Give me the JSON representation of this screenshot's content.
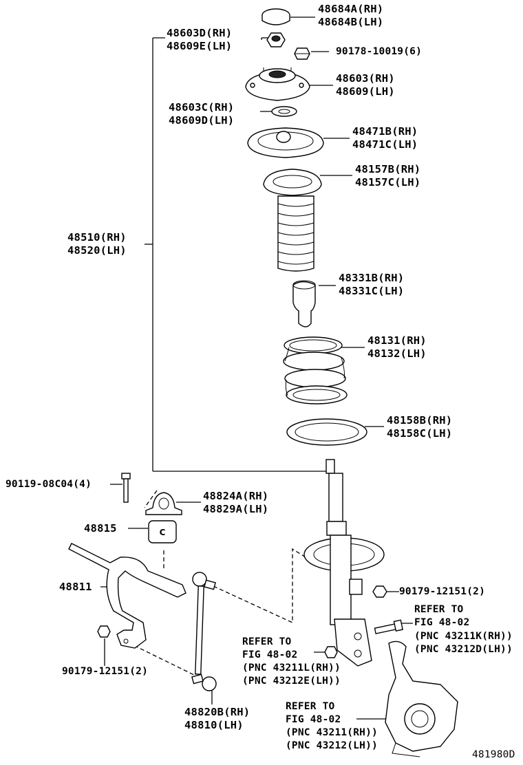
{
  "callouts": {
    "c1": [
      "48684A(RH)",
      "48684B(LH)"
    ],
    "c2": [
      "48603D(RH)",
      "48609E(LH)"
    ],
    "c3": [
      "90178-10019(6)"
    ],
    "c4": [
      "48603(RH)",
      "48609(LH)"
    ],
    "c5": [
      "48603C(RH)",
      "48609D(LH)"
    ],
    "c6": [
      "48471B(RH)",
      "48471C(LH)"
    ],
    "c7": [
      "48157B(RH)",
      "48157C(LH)"
    ],
    "c8": [
      "48510(RH)",
      "48520(LH)"
    ],
    "c9": [
      "48331B(RH)",
      "48331C(LH)"
    ],
    "c10": [
      "48131(RH)",
      "48132(LH)"
    ],
    "c11": [
      "48158B(RH)",
      "48158C(LH)"
    ],
    "c12": [
      "90119-08C04(4)"
    ],
    "c13": [
      "48824A(RH)",
      "48829A(LH)"
    ],
    "c14": [
      "48815"
    ],
    "c15": [
      "48811"
    ],
    "c16": [
      "90179-12151(2)"
    ],
    "c17": [
      "REFER TO",
      "FIG 48-02",
      "(PNC 43211K(RH))",
      "(PNC 43212D(LH))"
    ],
    "c18": [
      "REFER TO",
      "FIG 48-02",
      "(PNC 43211L(RH))",
      "(PNC 43212E(LH))"
    ],
    "c19": [
      "90179-12151(2)"
    ],
    "c20": [
      "48820B(RH)",
      "48810(LH)"
    ],
    "c21": [
      "REFER TO",
      "FIG 48-02",
      "(PNC 43211(RH))",
      "(PNC 43212(LH))"
    ]
  },
  "figure_code": "481980D"
}
